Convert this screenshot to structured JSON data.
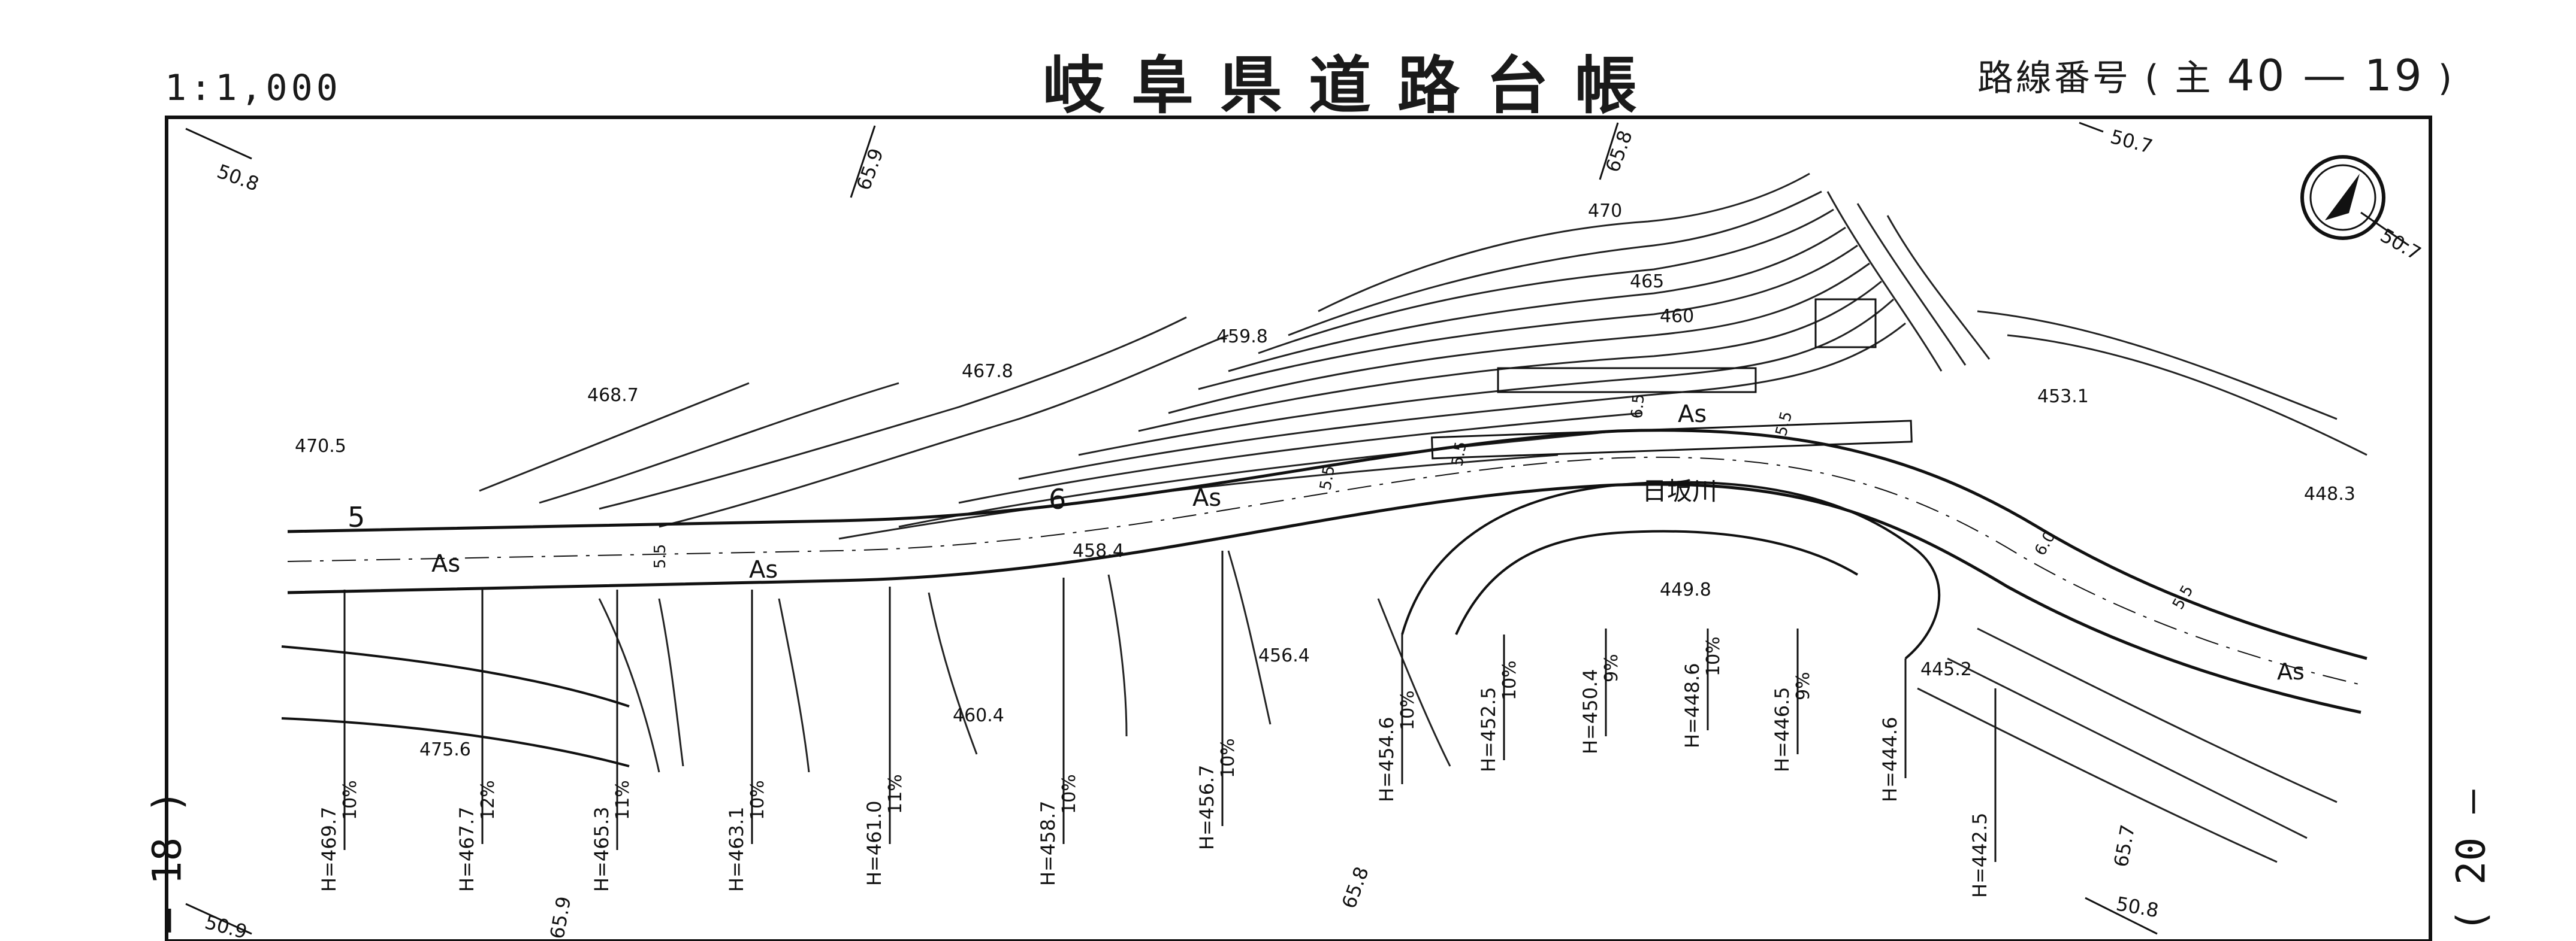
{
  "header": {
    "title": "岐阜県道路台帳",
    "scale": "1:1,000",
    "route_prefix": "路線番号 ( 主",
    "route_number": "40 —  19",
    "route_suffix": ")"
  },
  "sheets": {
    "left": "— 18 )",
    "right": "( 20 —"
  },
  "map": {
    "river_name": "日坂川",
    "surface_label": "As",
    "station_labels": [
      "5",
      "6"
    ],
    "spot_elevations": [
      "470.5",
      "468.7",
      "467.8",
      "459.8",
      "458.4",
      "456.4",
      "460.4",
      "475.6",
      "449.8",
      "453.1",
      "448.3",
      "445.2"
    ],
    "contour_labels": [
      "470",
      "465",
      "460"
    ],
    "grid_labels": [
      "50.8",
      "65.9",
      "65.8",
      "50.7",
      "50.7",
      "65.9",
      "50.9",
      "65.8",
      "65.7",
      "50.8"
    ],
    "width_labels": [
      "5.5",
      "5.5",
      "5.5",
      "6.5",
      "5.5",
      "6.0",
      "5.5"
    ],
    "profile_labels": [
      {
        "h": "H=469.7",
        "g": "10%"
      },
      {
        "h": "H=467.7",
        "g": "12%"
      },
      {
        "h": "H=465.3",
        "g": "11%"
      },
      {
        "h": "H=463.1",
        "g": "10%"
      },
      {
        "h": "H=461.0",
        "g": "11%"
      },
      {
        "h": "H=458.7",
        "g": "10%"
      },
      {
        "h": "H=456.7",
        "g": "10%"
      },
      {
        "h": "H=454.6",
        "g": "10%"
      },
      {
        "h": "H=452.5",
        "g": "10%"
      },
      {
        "h": "H=450.4",
        "g": "9%"
      },
      {
        "h": "H=448.6",
        "g": "10%"
      },
      {
        "h": "H=446.5",
        "g": "9%"
      },
      {
        "h": "H=444.6",
        "g": ""
      },
      {
        "h": "H=442.5",
        "g": ""
      }
    ],
    "north_arrow": "north-arrow-icon"
  }
}
